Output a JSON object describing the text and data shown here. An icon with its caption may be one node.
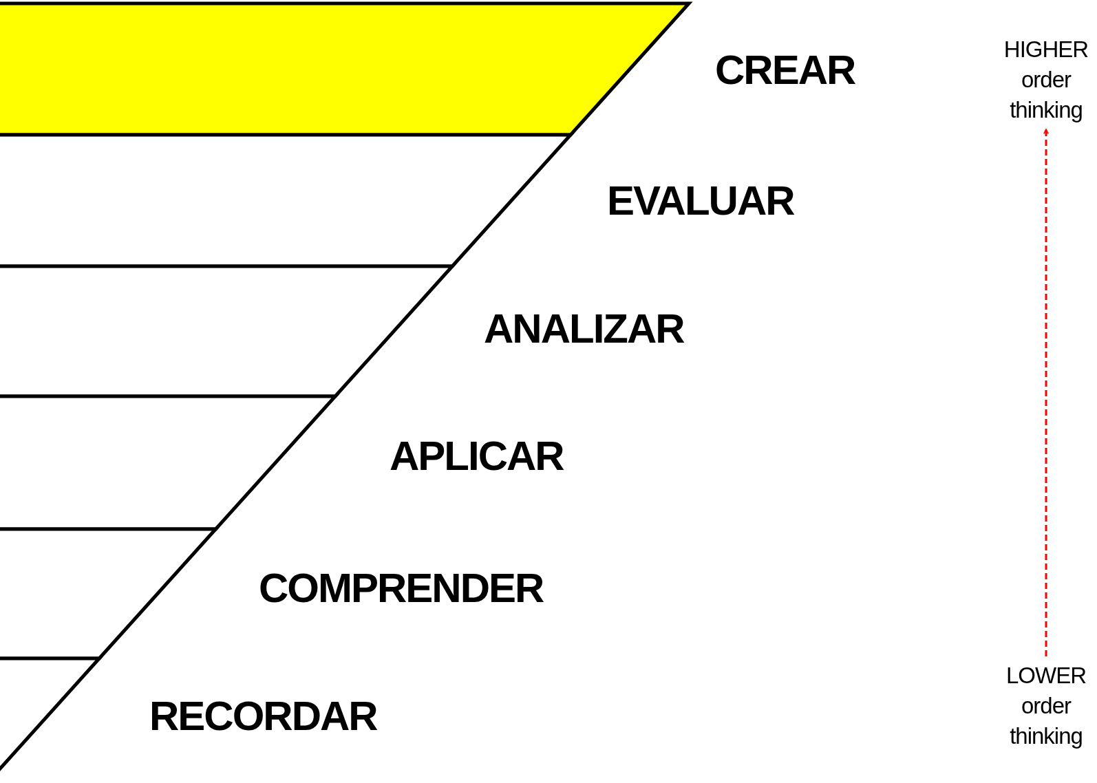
{
  "diagram": {
    "nodes": [
      {
        "text": [
          "CREAR"
        ]
      },
      {
        "text": [
          "EVALUAR"
        ]
      },
      {
        "text": [
          "ANALIZAR"
        ]
      },
      {
        "text": [
          "APLICAR"
        ]
      },
      {
        "text": [
          "COMPRENDER"
        ]
      },
      {
        "text": [
          "RECORDAR"
        ]
      },
      {
        "text": [
          "HIGHER order thinking"
        ]
      },
      {
        "text": [
          "LOWER order thinking"
        ]
      }
    ],
    "edges": [
      {
        "from": 7,
        "to": 6,
        "arrow": "to",
        "style": "dashed",
        "color": "#ff0000"
      }
    ]
  }
}
